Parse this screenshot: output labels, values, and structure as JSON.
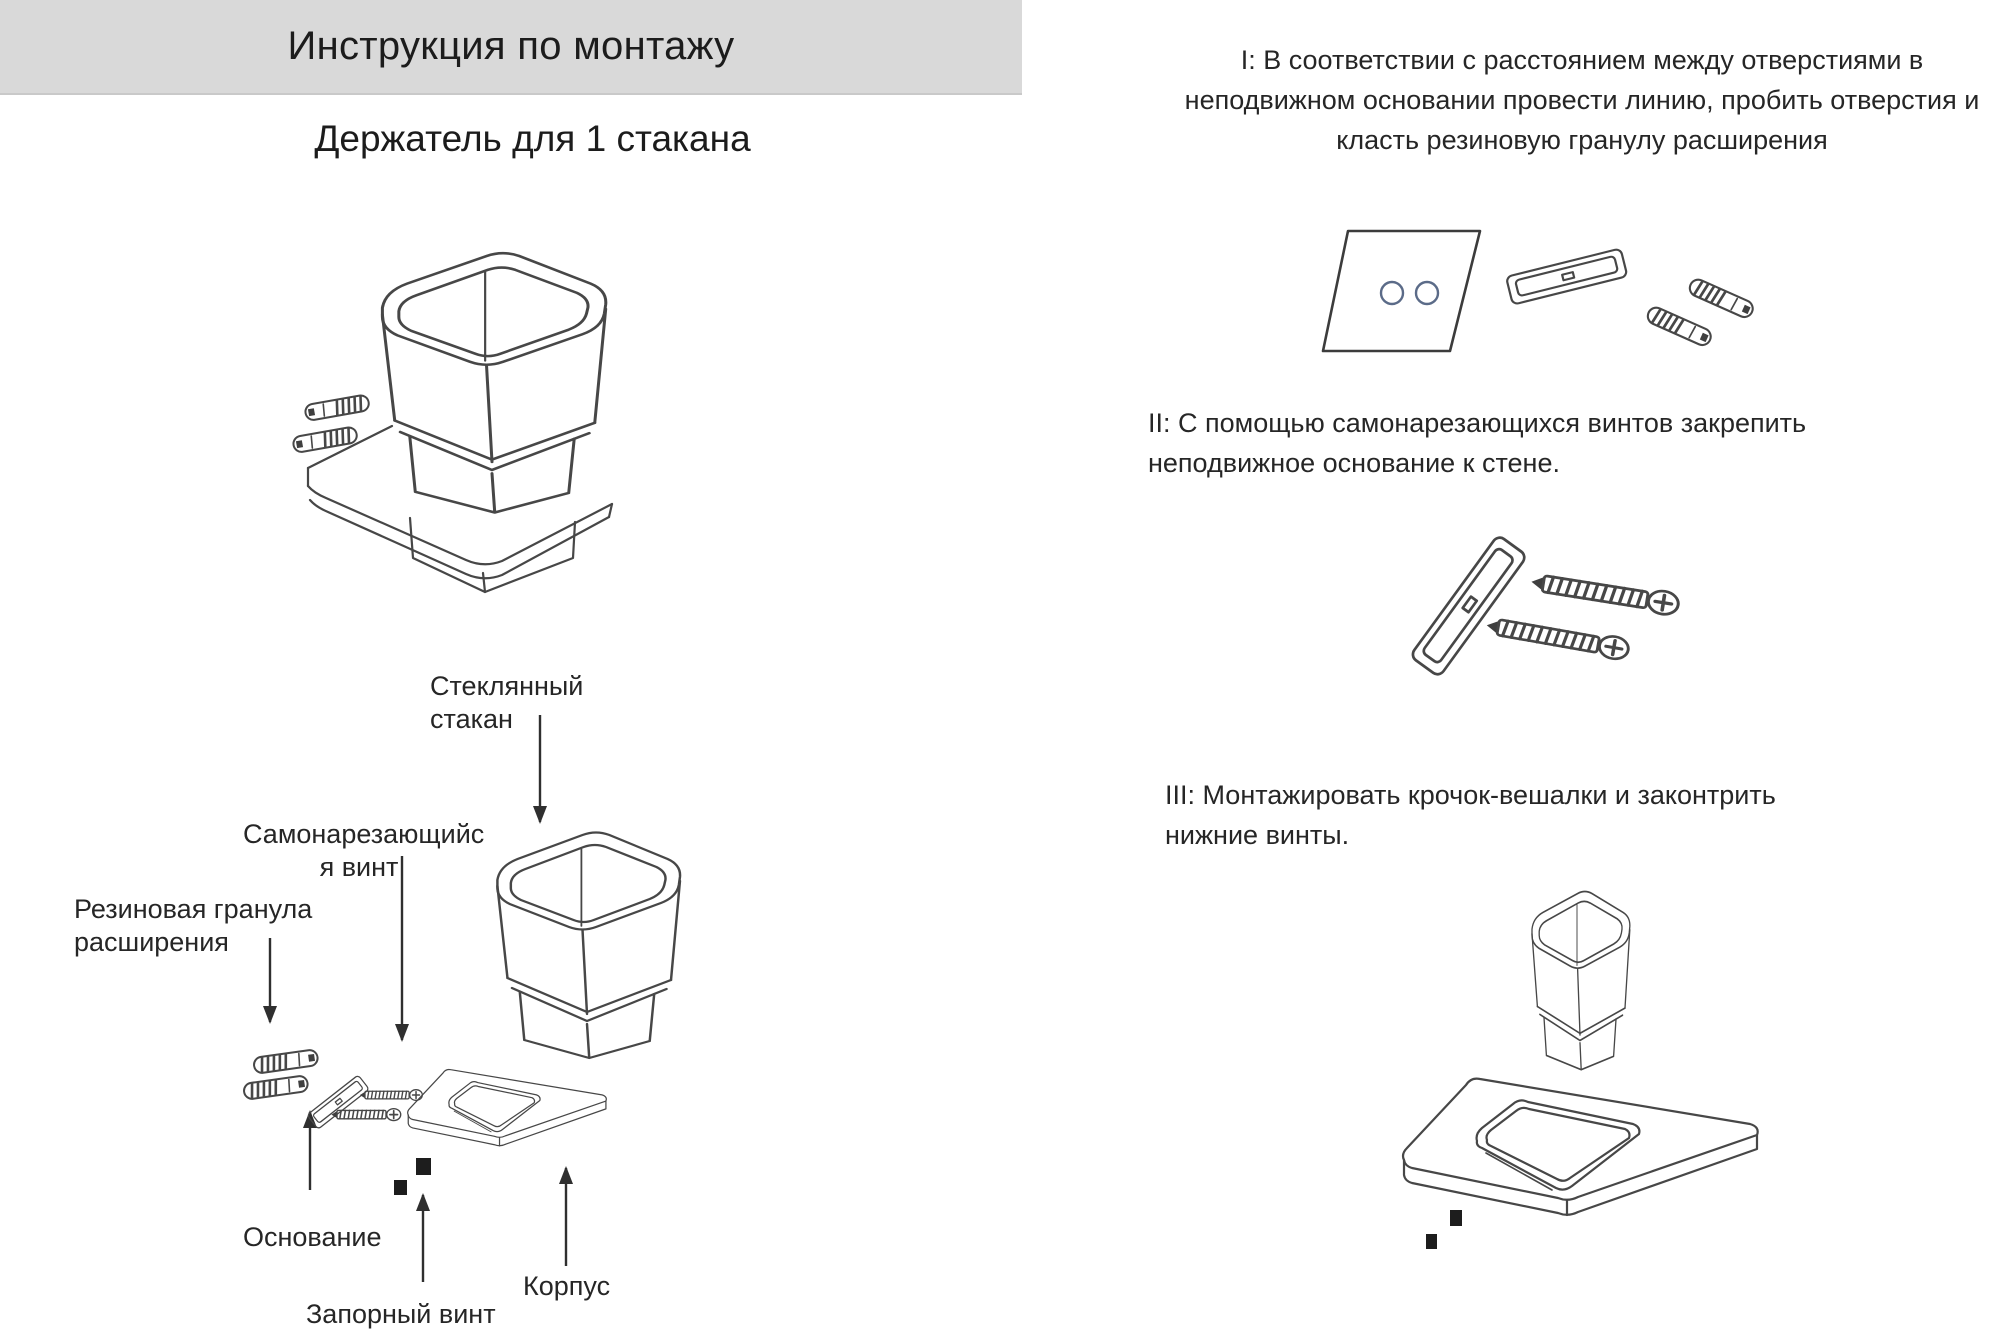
{
  "page": {
    "title": "Инструкция по монтажу",
    "subtitle": "Держатель для 1 стакана"
  },
  "exploded_labels": {
    "glass_cup": "Стеклянный стакан",
    "self_tapping_screw_line1": "Самонарезающийс",
    "self_tapping_screw_line2": "я винт",
    "rubber_granule_line1": "Резиновая гранула",
    "rubber_granule_line2": "расширения",
    "base": "Основание",
    "locking_screw": "Запорный винт",
    "body": "Корпус"
  },
  "steps": [
    {
      "numeral": "I",
      "text": "I: В соответствии с расстоянием между отверстиями в неподвижном основании провести линию, пробить отверстия и класть резиновую гранулу расширения"
    },
    {
      "numeral": "II",
      "text": "II: С помощью самонарезающихся винтов закрепить неподвижное основание к стене."
    },
    {
      "numeral": "III",
      "text": "III: Монтажировать крочок-вешалки и законтрить нижние винты."
    }
  ],
  "figures": {
    "assembled": "assembled-cup-holder-drawing",
    "step1_parts": [
      "wall-plate-with-two-holes",
      "mounting-base",
      "rubber-expansion-anchor",
      "rubber-expansion-anchor"
    ],
    "step2_parts": [
      "mounting-base",
      "self-tapping-screw",
      "self-tapping-screw"
    ],
    "step3_parts": [
      "glass-cup",
      "holder-body",
      "locking-screw",
      "locking-screw"
    ],
    "exploded_parts": [
      "rubber-expansion-anchor",
      "rubber-expansion-anchor",
      "mounting-base",
      "self-tapping-screw",
      "self-tapping-screw",
      "glass-cup",
      "holder-body",
      "locking-screw",
      "locking-screw"
    ]
  },
  "colors": {
    "banner_bg": "#d9d9d9",
    "text": "#262626",
    "line_art": "#474747",
    "hole_outline": "#5b6b88",
    "locking_screw_fill": "#1d1d1d"
  }
}
